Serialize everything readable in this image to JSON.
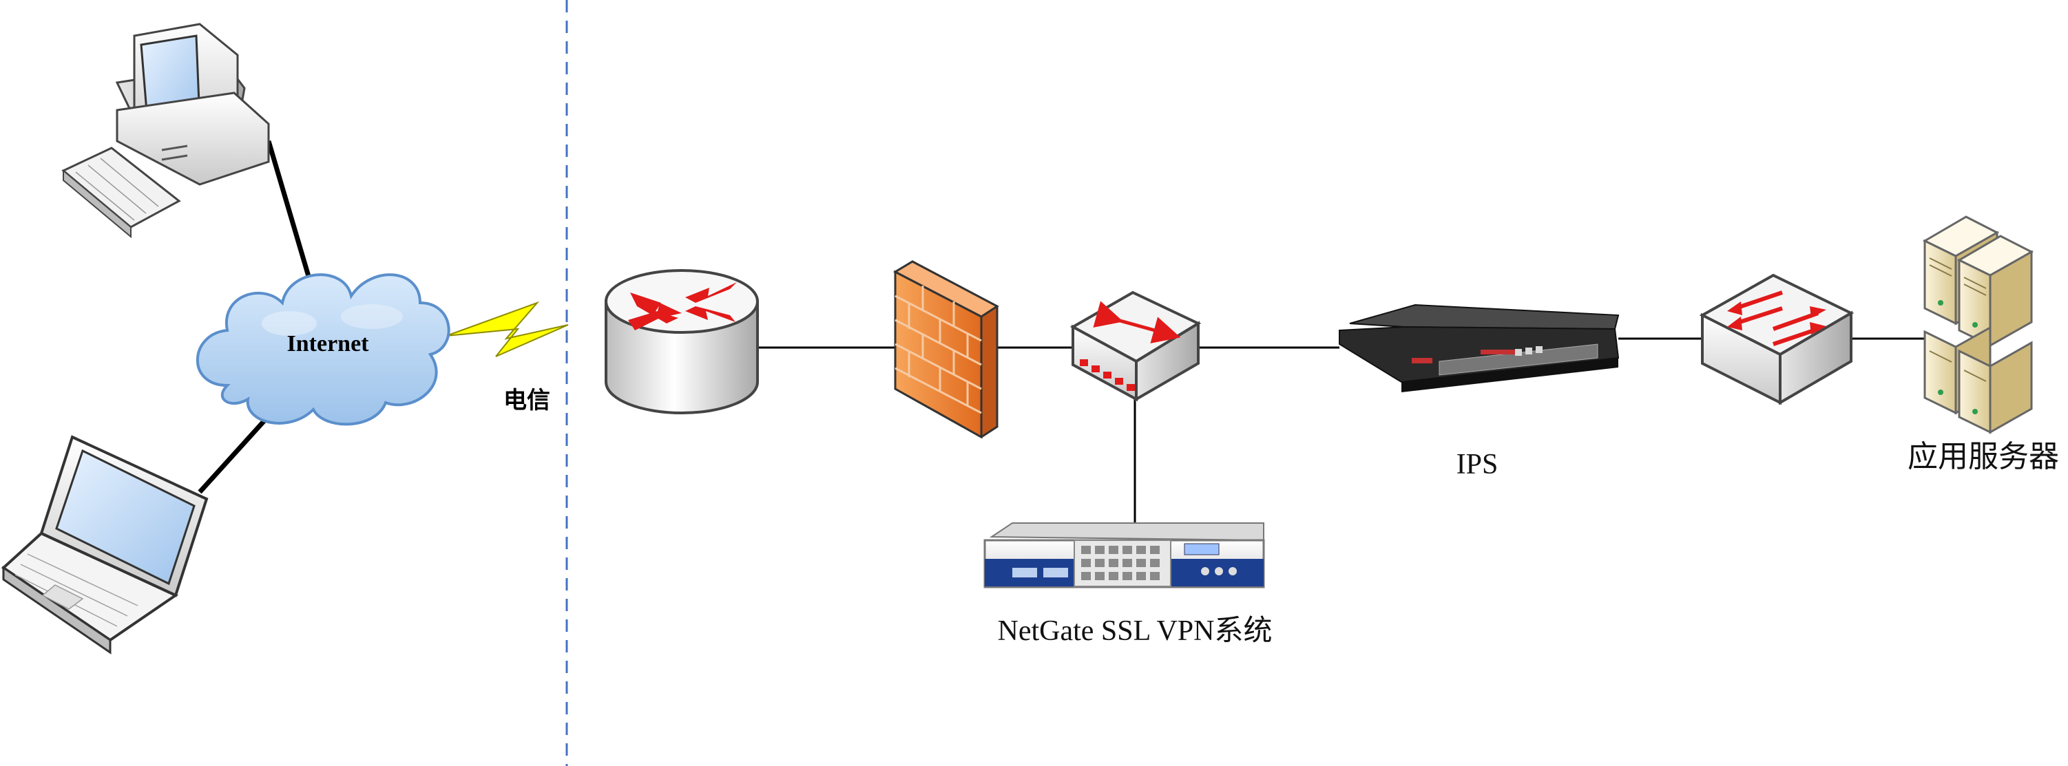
{
  "diagram": {
    "cloud_label": "Internet",
    "isp_label": "电信",
    "vpn_label": "NetGate SSL VPN系统",
    "ips_label": "IPS",
    "server_label": "应用服务器"
  },
  "colors": {
    "line": "#000000",
    "divider": "#4472C4",
    "cloud_fill": "#b7d5f2",
    "cloud_stroke": "#5b8fcc",
    "bolt": "#ffff00",
    "arrow_red": "#e21a1a",
    "firewall": "#f08a3a",
    "ips_body": "#2a2a2a"
  },
  "icons": {
    "desktop": "desktop-computer-icon",
    "laptop": "laptop-icon",
    "cloud": "internet-cloud-icon",
    "bolt": "lightning-link-icon",
    "router": "router-icon",
    "firewall": "firewall-icon",
    "hub": "hub-icon",
    "vpn": "vpn-appliance-icon",
    "ips": "ips-appliance-icon",
    "switch": "switch-icon",
    "server": "server-icon"
  }
}
